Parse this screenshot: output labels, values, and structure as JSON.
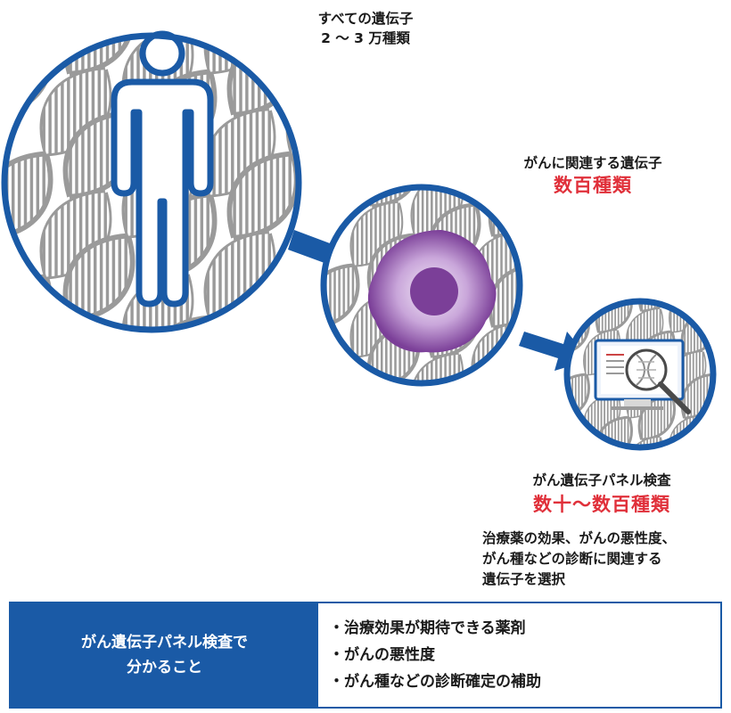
{
  "colors": {
    "accent_blue": "#1a5aa6",
    "highlight_red": "#e0303a",
    "dna_gray": "#9a9a9a",
    "cell_purple": "#7b3f98"
  },
  "stage1": {
    "title": "すべての遺伝子",
    "count": "2 〜 3 万種類",
    "icon": "person-icon"
  },
  "stage2": {
    "title": "がんに関連する遺伝子",
    "count": "数百種類",
    "icon": "cancer-cell-icon"
  },
  "stage3": {
    "title": "がん遺伝子パネル検査",
    "count": "数十〜数百種類",
    "icon": "monitor-magnifier-icon",
    "description": [
      "治療薬の効果、がんの悪性度、",
      "がん種などの診断に関連する",
      "遺伝子を選択"
    ]
  },
  "summary": {
    "heading": [
      "がん遺伝子パネル検査で",
      "分かること"
    ],
    "items": [
      "・治療効果が期待できる薬剤",
      "・がんの悪性度",
      "・がん種などの診断確定の補助"
    ]
  }
}
